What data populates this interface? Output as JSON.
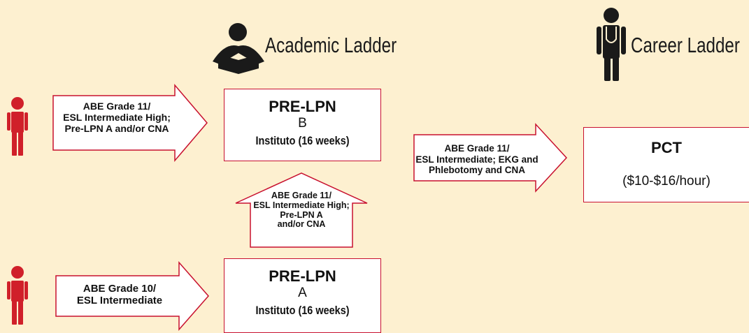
{
  "headings": {
    "academic": "Academic Ladder",
    "career": "Career Ladder"
  },
  "boxes": {
    "pre_lpn_b": {
      "title": "PRE-LPN",
      "level": "B",
      "detail": "Instituto (16 weeks)"
    },
    "pre_lpn_a": {
      "title": "PRE-LPN",
      "level": "A",
      "detail": "Instituto (16 weeks)"
    },
    "pct": {
      "title": "PCT",
      "wage": "($10-$16/hour)"
    }
  },
  "arrows": {
    "top_left": [
      "ABE Grade 11/",
      "ESL Intermediate High;",
      "Pre-LPN A and/or CNA"
    ],
    "up": [
      "ABE Grade 11/",
      "ESL Intermediate High;",
      "Pre-LPN A",
      "and/or CNA"
    ],
    "bottom_left": [
      "ABE Grade 10/",
      "ESL Intermediate"
    ],
    "to_pct": [
      "ABE Grade 11/",
      "ESL Intermediate; EKG and",
      "Phlebotomy and CNA"
    ]
  },
  "colors": {
    "background": "#fdf0d0",
    "accent_red": "#c8102e",
    "figure_red": "#d0202a",
    "icon_dark": "#1a1a1a"
  },
  "icons": [
    "reader-icon",
    "doctor-icon",
    "person-icon",
    "person-icon"
  ]
}
